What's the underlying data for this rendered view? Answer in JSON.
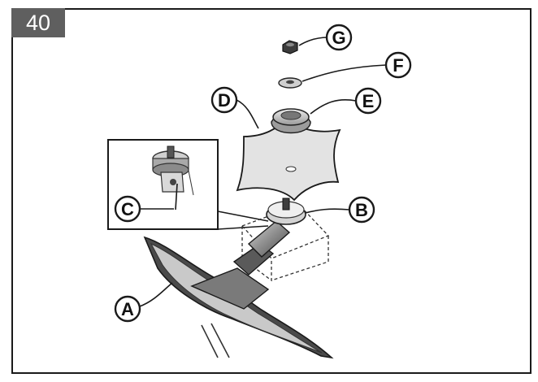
{
  "step_number": "40",
  "callouts": {
    "a": "A",
    "b": "B",
    "c": "C",
    "d": "D",
    "e": "E",
    "f": "F",
    "g": "G"
  },
  "colors": {
    "badge": "#5f5f5f",
    "ink": "#1a1a1a",
    "part_gray": "#b9b9b9",
    "dark_gray": "#6e6e6e"
  }
}
